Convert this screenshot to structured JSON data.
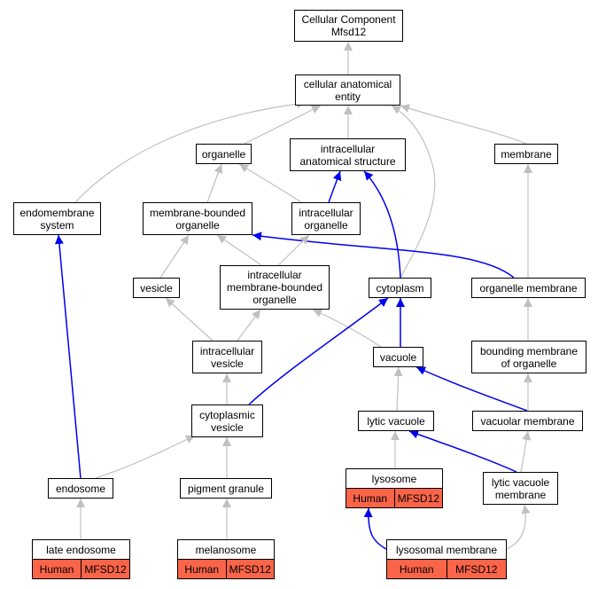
{
  "nodes": {
    "cc": {
      "lines": [
        "Cellular Component",
        "Mfsd12"
      ]
    },
    "cae": {
      "lines": [
        "cellular anatomical",
        "entity"
      ]
    },
    "organelle": {
      "lines": [
        "organelle"
      ]
    },
    "ias": {
      "lines": [
        "intracellular",
        "anatomical structure"
      ]
    },
    "membrane": {
      "lines": [
        "membrane"
      ]
    },
    "endomembrane": {
      "lines": [
        "endomembrane",
        "system"
      ]
    },
    "mbo": {
      "lines": [
        "membrane-bounded",
        "organelle"
      ]
    },
    "io": {
      "lines": [
        "intracellular",
        "organelle"
      ]
    },
    "vesicle": {
      "lines": [
        "vesicle"
      ]
    },
    "imbo": {
      "lines": [
        "intracellular",
        "membrane-bounded",
        "organelle"
      ]
    },
    "cytoplasm": {
      "lines": [
        "cytoplasm"
      ]
    },
    "om": {
      "lines": [
        "organelle membrane"
      ]
    },
    "iv": {
      "lines": [
        "intracellular",
        "vesicle"
      ]
    },
    "vacuole": {
      "lines": [
        "vacuole"
      ]
    },
    "bmo": {
      "lines": [
        "bounding membrane",
        "of organelle"
      ]
    },
    "cv": {
      "lines": [
        "cytoplasmic",
        "vesicle"
      ]
    },
    "lv": {
      "lines": [
        "lytic vacuole"
      ]
    },
    "vm": {
      "lines": [
        "vacuolar membrane"
      ]
    },
    "endosome": {
      "lines": [
        "endosome"
      ]
    },
    "pg": {
      "lines": [
        "pigment granule"
      ]
    },
    "lysosome": {
      "lines": [
        "lysosome"
      ],
      "annot": [
        "Human",
        "MFSD12"
      ]
    },
    "lvm": {
      "lines": [
        "lytic vacuole",
        "membrane"
      ]
    },
    "le": {
      "lines": [
        "late endosome"
      ],
      "annot": [
        "Human",
        "MFSD12"
      ]
    },
    "melanosome": {
      "lines": [
        "melanosome"
      ],
      "annot": [
        "Human",
        "MFSD12"
      ]
    },
    "lm": {
      "lines": [
        "lysosomal membrane"
      ],
      "annot": [
        "Human",
        "MFSD12"
      ]
    }
  },
  "colors": {
    "is_a": "#c0c0c0",
    "part_of": "#0000ee",
    "annotation_fill": "#fa6449"
  },
  "edges": [
    {
      "from": "cae",
      "to": "cc",
      "rel": "is_a"
    },
    {
      "from": "organelle",
      "to": "cae",
      "rel": "is_a"
    },
    {
      "from": "ias",
      "to": "cae",
      "rel": "is_a"
    },
    {
      "from": "membrane",
      "to": "cae",
      "rel": "is_a"
    },
    {
      "from": "endomembrane",
      "to": "cae",
      "rel": "is_a"
    },
    {
      "from": "cytoplasm",
      "to": "cae",
      "rel": "is_a"
    },
    {
      "from": "mbo",
      "to": "organelle",
      "rel": "is_a"
    },
    {
      "from": "io",
      "to": "organelle",
      "rel": "is_a"
    },
    {
      "from": "io",
      "to": "ias",
      "rel": "part_of"
    },
    {
      "from": "cytoplasm",
      "to": "ias",
      "rel": "part_of"
    },
    {
      "from": "om",
      "to": "membrane",
      "rel": "is_a"
    },
    {
      "from": "om",
      "to": "mbo",
      "rel": "part_of"
    },
    {
      "from": "vesicle",
      "to": "mbo",
      "rel": "is_a"
    },
    {
      "from": "imbo",
      "to": "mbo",
      "rel": "is_a"
    },
    {
      "from": "imbo",
      "to": "io",
      "rel": "is_a"
    },
    {
      "from": "iv",
      "to": "vesicle",
      "rel": "is_a"
    },
    {
      "from": "iv",
      "to": "imbo",
      "rel": "is_a"
    },
    {
      "from": "vacuole",
      "to": "imbo",
      "rel": "is_a"
    },
    {
      "from": "vacuole",
      "to": "cytoplasm",
      "rel": "part_of"
    },
    {
      "from": "cv",
      "to": "cytoplasm",
      "rel": "part_of"
    },
    {
      "from": "bmo",
      "to": "om",
      "rel": "is_a"
    },
    {
      "from": "cv",
      "to": "iv",
      "rel": "is_a"
    },
    {
      "from": "lv",
      "to": "vacuole",
      "rel": "is_a"
    },
    {
      "from": "vm",
      "to": "vacuole",
      "rel": "part_of"
    },
    {
      "from": "vm",
      "to": "bmo",
      "rel": "is_a"
    },
    {
      "from": "endosome",
      "to": "endomembrane",
      "rel": "part_of"
    },
    {
      "from": "endosome",
      "to": "cv",
      "rel": "is_a"
    },
    {
      "from": "pg",
      "to": "cv",
      "rel": "is_a"
    },
    {
      "from": "lysosome",
      "to": "lv",
      "rel": "is_a"
    },
    {
      "from": "lvm",
      "to": "lv",
      "rel": "part_of"
    },
    {
      "from": "lvm",
      "to": "vm",
      "rel": "is_a"
    },
    {
      "from": "le",
      "to": "endosome",
      "rel": "is_a"
    },
    {
      "from": "melanosome",
      "to": "pg",
      "rel": "is_a"
    },
    {
      "from": "lm",
      "to": "lysosome",
      "rel": "part_of"
    },
    {
      "from": "lm",
      "to": "lvm",
      "rel": "is_a"
    }
  ]
}
